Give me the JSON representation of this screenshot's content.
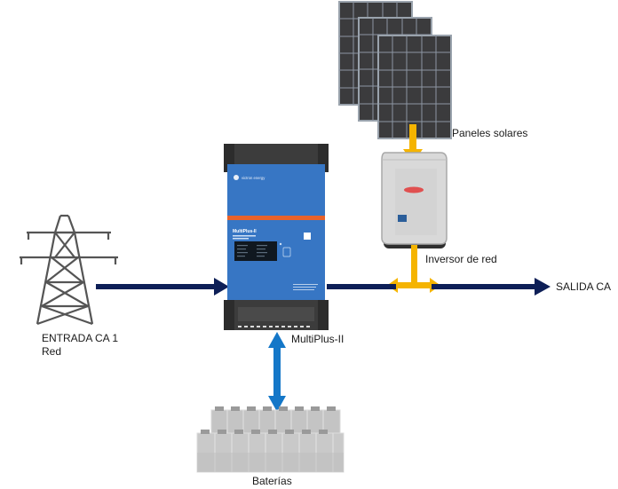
{
  "labels": {
    "solar": "Paneles solares",
    "grid_inverter": "Inversor de red",
    "ac_out": "SALIDA CA",
    "ac_in_line1": "ENTRADA CA 1",
    "ac_in_line2": "Red",
    "multiplus": "MultiPlus-II",
    "batteries": "Baterías"
  },
  "device": {
    "brand": "victron energy",
    "model": "MultiPlus-II"
  },
  "colors": {
    "ac_flow": "#0d1f57",
    "dc_flow": "#1477c8",
    "pv_flow": "#f5b400",
    "multiplus_body": "#3a7ac9",
    "multiplus_cap": "#3c3c3c",
    "multiplus_stripe": "#e8622a",
    "inverter_body": "#d3d3d3",
    "solar_cell": "#3b3b3d",
    "battery": "#c8c8c8"
  },
  "icons": {
    "grid": "transmission-tower-icon",
    "solar": "solar-panels-icon",
    "inverter": "grid-inverter-icon",
    "battery": "battery-bank-icon"
  }
}
